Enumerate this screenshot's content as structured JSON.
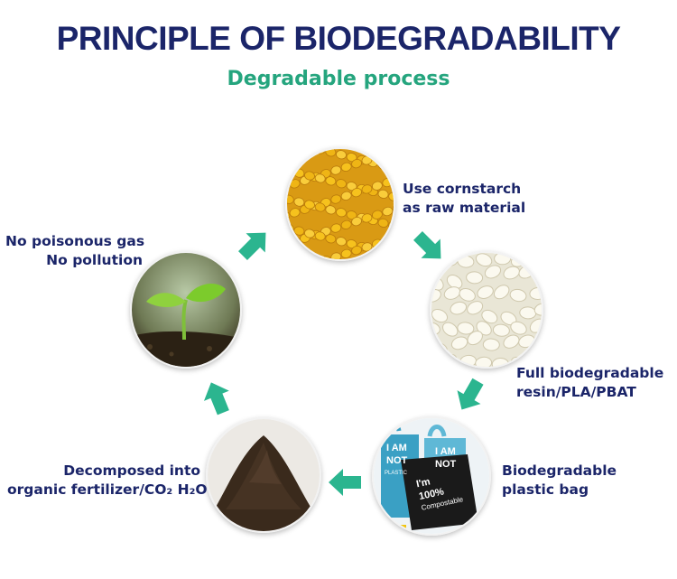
{
  "header": {
    "title": "PRINCIPLE OF BIODEGRADABILITY",
    "subtitle": "Degradable process"
  },
  "colors": {
    "title": "#1b2569",
    "subtitle": "#25a57e",
    "label": "#1b2569",
    "arrow": "#2bb58f"
  },
  "stages": [
    {
      "id": "cornstarch",
      "line1": "Use cornstarch",
      "line2": "as raw material",
      "image": "corn-kernels"
    },
    {
      "id": "resin",
      "line1": "Full biodegradable",
      "line2": "resin/PLA/PBAT",
      "image": "resin-pellets"
    },
    {
      "id": "bag",
      "line1": "Biodegradable",
      "line2": "plastic bag",
      "image": "plastic-bags"
    },
    {
      "id": "fertilizer",
      "line1": "Decomposed into",
      "line2": "organic fertilizer/CO₂ H₂O",
      "image": "soil-pile"
    },
    {
      "id": "seedling",
      "line1": "No poisonous gas",
      "line2": "No pollution",
      "image": "seedling"
    }
  ],
  "bag_print": {
    "line1": "I AM",
    "line2": "NOT",
    "line3": "PLASTIC",
    "dark_bag_lines": [
      "I'm",
      "100%",
      "Compostable"
    ]
  }
}
